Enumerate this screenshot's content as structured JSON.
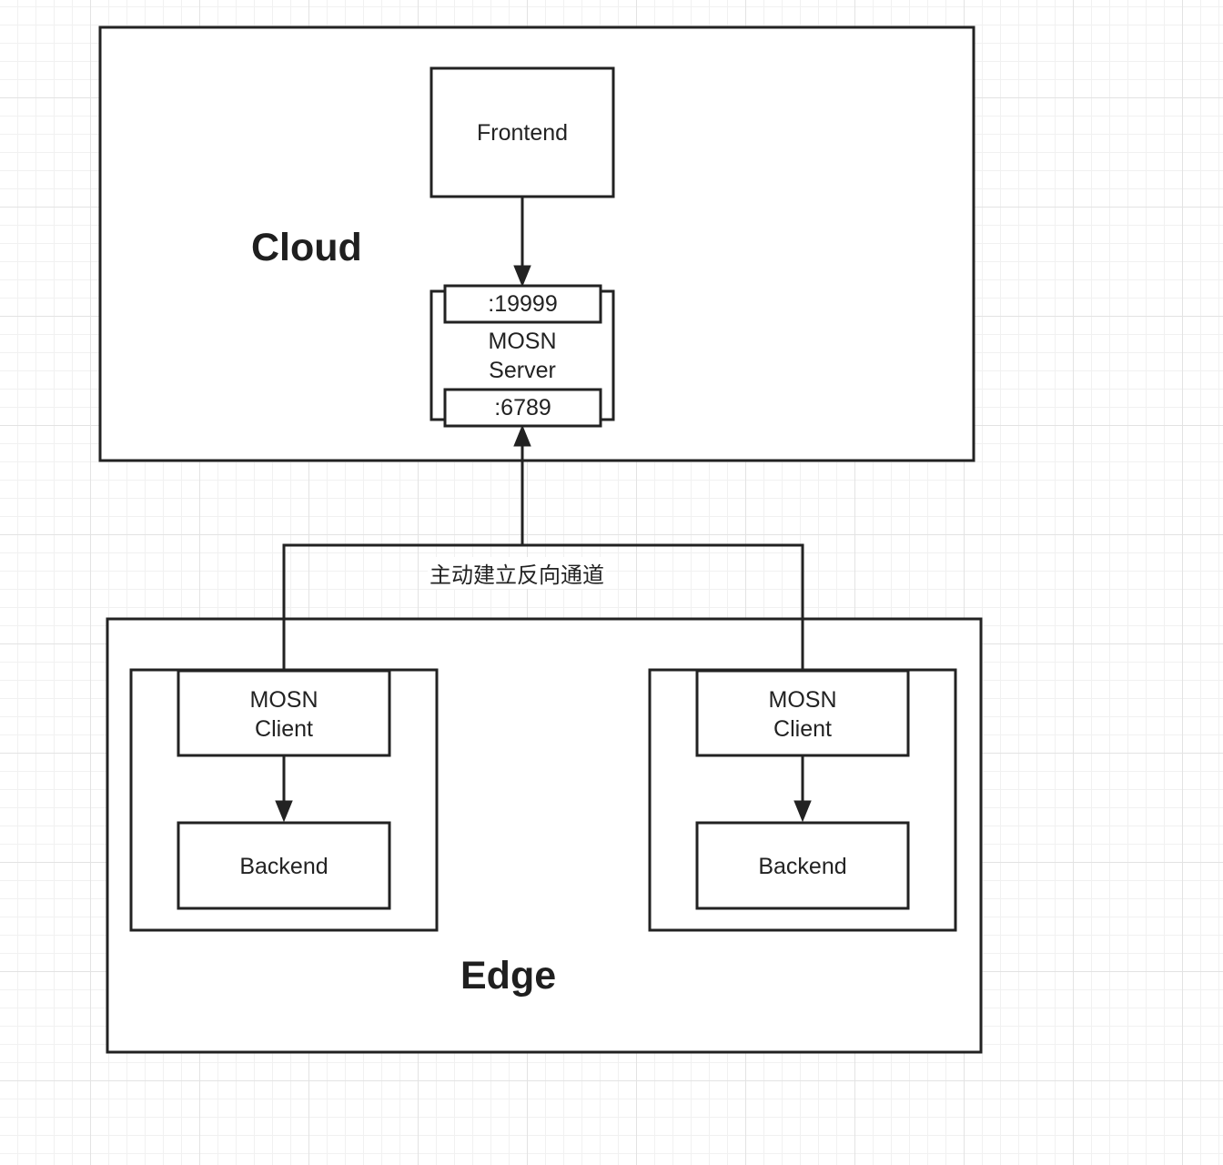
{
  "regions": {
    "cloud": "Cloud",
    "edge": "Edge"
  },
  "nodes": {
    "frontend": "Frontend",
    "server_port_top": ":19999",
    "server_line1": "MOSN",
    "server_line2": "Server",
    "server_port_bottom": ":6789",
    "client_left_line1": "MOSN",
    "client_left_line2": "Client",
    "backend_left": "Backend",
    "client_right_line1": "MOSN",
    "client_right_line2": "Client",
    "backend_right": "Backend"
  },
  "edges": {
    "tunnel_label": "主动建立反向通道"
  }
}
